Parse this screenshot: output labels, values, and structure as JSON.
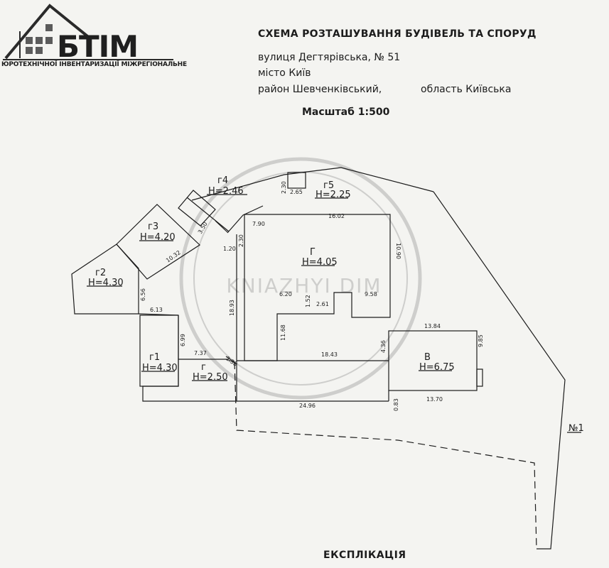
{
  "header": {
    "logo_text": "БТІМ",
    "logo_band": "ЮРОТЕХНІЧНОЇ ІНВЕНТАРИЗАЦІЇ МІЖРЕГІОНАЛЬНЕ",
    "title": "СХЕМА РОЗТАШУВАННЯ БУДІВЕЛЬ ТА СПОРУД",
    "street": "вулиця Дегтярівська, № 51",
    "city": "місто Київ",
    "district": "район Шевченківський,",
    "region": "область Київська",
    "scale": "Масштаб 1:500"
  },
  "watermark": "KNIAZHYI DIM",
  "plan": {
    "buildings": [
      {
        "id": "g4",
        "label": "г4",
        "height": "H=2.46"
      },
      {
        "id": "g5",
        "label": "г5",
        "height": "H=2.25"
      },
      {
        "id": "g3",
        "label": "г3",
        "height": "H=4.20"
      },
      {
        "id": "g2",
        "label": "г2",
        "height": "H=4.30"
      },
      {
        "id": "g",
        "label": "Г",
        "height": "H=4.05"
      },
      {
        "id": "g1",
        "label": "г1",
        "height": "H=4.30"
      },
      {
        "id": "gs",
        "label": "г",
        "height": "H=2.50"
      },
      {
        "id": "v",
        "label": "В",
        "height": "H=6.75"
      }
    ],
    "dimensions": {
      "d230": "2.30",
      "d265": "2.65",
      "d790": "7.90",
      "d1602": "16.02",
      "d1090": "10.90",
      "d120": "1.20",
      "d230b": "2.30",
      "d350": "3.50",
      "d1032": "10.32",
      "d656": "6.56",
      "d613": "6.13",
      "d620": "6.20",
      "d152": "1.52",
      "d261": "2.61",
      "d958": "9.58",
      "d1168": "11.68",
      "d1893": "18.93",
      "d699": "6.99",
      "d737": "7.37",
      "d238": "2.38",
      "d1843": "18.43",
      "d436": "4.36",
      "d1384": "13.84",
      "d985": "9.85",
      "d2496": "24.96",
      "d083": "0.83",
      "d1370": "13.70"
    },
    "parcel_label": "№1"
  },
  "footer": {
    "explication": "ЕКСПЛІКАЦІЯ"
  }
}
